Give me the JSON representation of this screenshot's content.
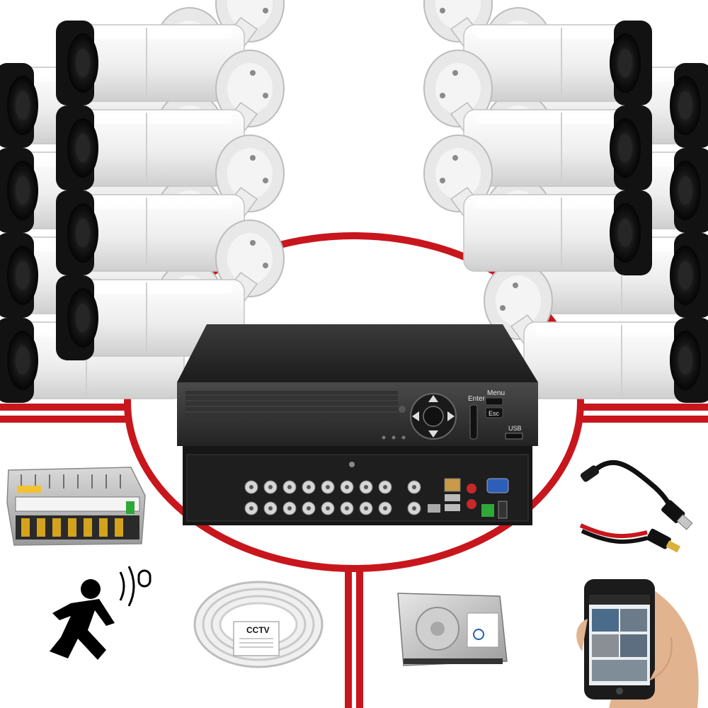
{
  "dvr": {
    "enter_label": "Enter",
    "menu_label": "Menu",
    "esc_label": "Esc",
    "usb_label": "USB"
  },
  "cable": {
    "tag_label": "CCTV"
  },
  "colors": {
    "wire": "#c8161d",
    "camera_body": "#f2f2f2",
    "camera_lens": "#111111",
    "dvr_front": "#2b2b2b",
    "dvr_back": "#1a1a1a"
  }
}
